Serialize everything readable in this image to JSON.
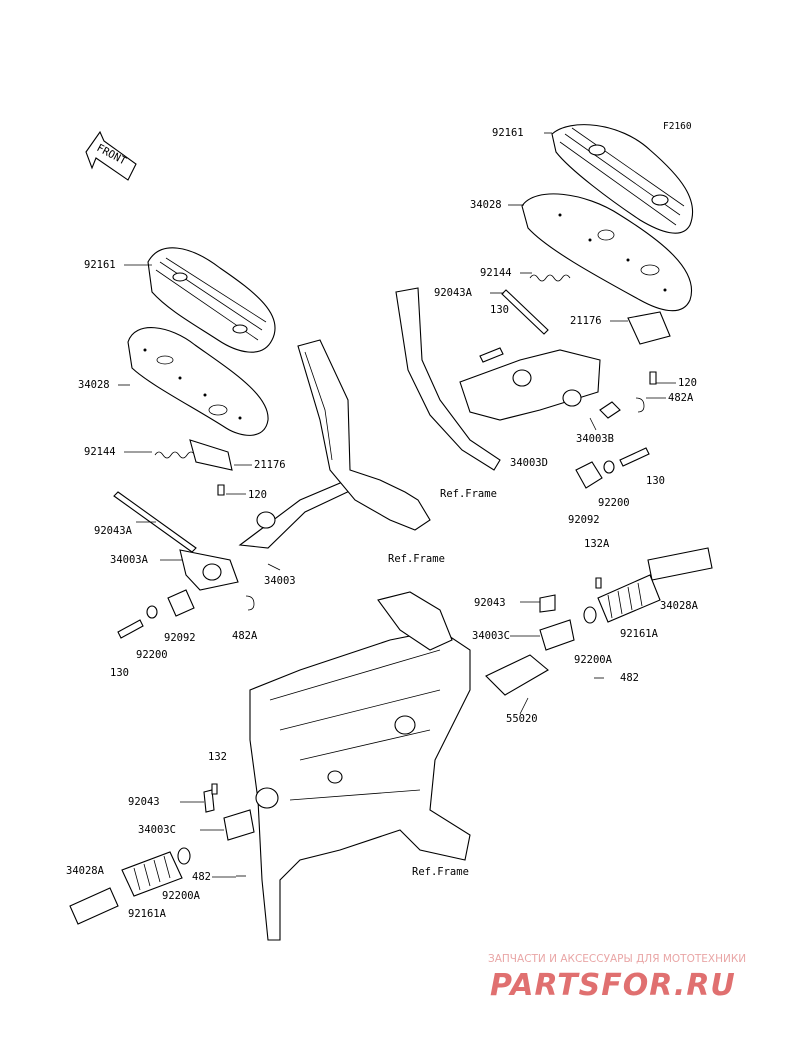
{
  "diagram_code": "F2160",
  "front_arrow_label": "FRONT",
  "labels": {
    "l_92161_a": "92161",
    "l_34028_a": "34028",
    "l_92144_a": "92144",
    "l_21176_a": "21176",
    "l_120_a": "120",
    "l_92043A_a": "92043A",
    "l_34003A": "34003A",
    "l_34003": "34003",
    "l_130_a": "130",
    "l_92200_a": "92200",
    "l_92092_a": "92092",
    "l_482A_a": "482A",
    "l_92161_b": "92161",
    "l_34028_b": "34028",
    "l_92144_b": "92144",
    "l_92043A_b": "92043A",
    "l_130_b": "130",
    "l_21176_b": "21176",
    "l_120_b": "120",
    "l_482A_b": "482A",
    "l_34003B": "34003B",
    "l_34003D": "34003D",
    "l_130_c": "130",
    "l_92200_b": "92200",
    "l_92092_b": "92092",
    "l_refframe_1": "Ref.Frame",
    "l_refframe_2": "Ref.Frame",
    "l_refframe_3": "Ref.Frame",
    "l_132A": "132A",
    "l_92043_a": "92043",
    "l_34003C_a": "34003C",
    "l_34028A_a": "34028A",
    "l_92161A_a": "92161A",
    "l_92200A_a": "92200A",
    "l_482_a": "482",
    "l_55020": "55020",
    "l_132": "132",
    "l_92043_b": "92043",
    "l_34003C_b": "34003C",
    "l_34028A_b": "34028A",
    "l_482_b": "482",
    "l_92200A_b": "92200A",
    "l_92161A_b": "92161A"
  },
  "watermark": {
    "tagline": "ЗАПЧАСТИ И АКСЕССУАРЫ ДЛЯ МОТОТЕХНИКИ",
    "brand": "PARTSFOR.RU"
  }
}
